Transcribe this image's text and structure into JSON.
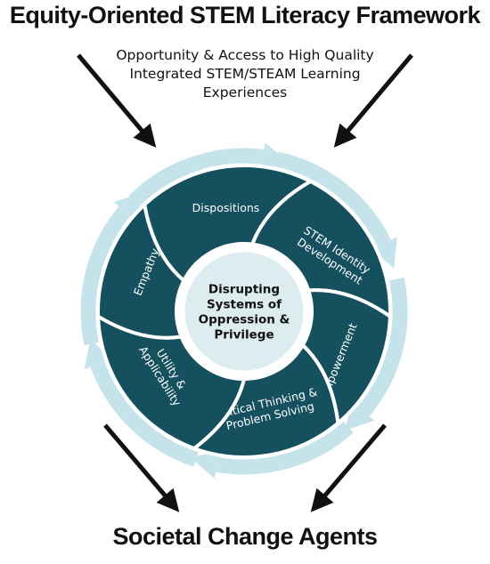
{
  "title": "Equity-Oriented STEM Literacy Framework",
  "subtitle_lines": [
    "Opportunity & Access to High Quality",
    "Integrated STEM/STEAM Learning",
    "Experiences"
  ],
  "center_lines": [
    "Disrupting",
    "Systems of",
    "Oppression &",
    "Privilege"
  ],
  "segments": [
    {
      "id": "dispositions",
      "lines": [
        "Dispositions"
      ]
    },
    {
      "id": "stem-identity-development",
      "lines": [
        "STEM Identity",
        "Development"
      ]
    },
    {
      "id": "empowerment",
      "lines": [
        "Empowerment"
      ]
    },
    {
      "id": "critical-thinking",
      "lines": [
        "Critical Thinking &",
        "Problem Solving"
      ]
    },
    {
      "id": "utility-applicability",
      "lines": [
        "Utility &",
        "Applicability"
      ]
    },
    {
      "id": "empathy",
      "lines": [
        "Empathy"
      ]
    }
  ],
  "bottom_title": "Societal Change Agents",
  "colors": {
    "segment": "#14505e",
    "ring": "#c5e3ea",
    "hub": "#dcecef",
    "arrow": "#111111",
    "text_light": "#ffffff",
    "text_dark": "#111111"
  }
}
